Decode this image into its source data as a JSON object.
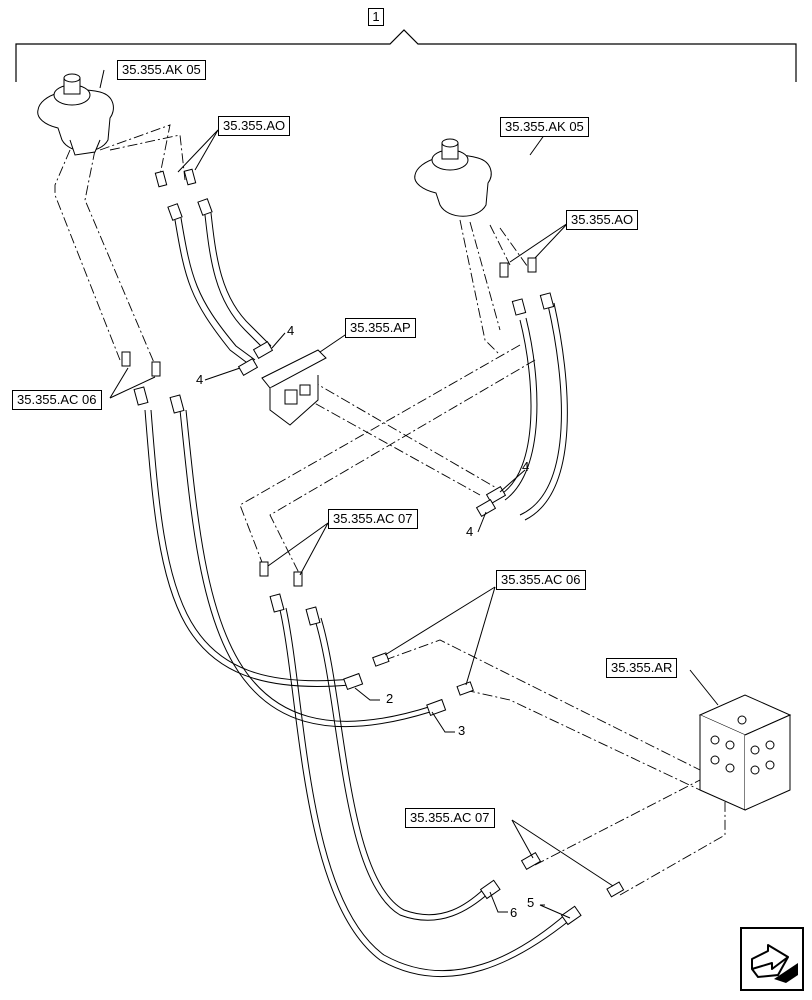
{
  "assembly_item": "1",
  "refs": {
    "ak05_left": "35.355.AK 05",
    "ao_left": "35.355.AO",
    "ak05_right": "35.355.AK 05",
    "ao_right": "35.355.AO",
    "ap": "35.355.AP",
    "ac06_left": "35.355.AC 06",
    "ac07_top": "35.355.AC 07",
    "ac06_mid": "35.355.AC 06",
    "ar": "35.355.AR",
    "ac07_bottom": "35.355.AC 07"
  },
  "callouts": {
    "hose4_upper_a": "4",
    "hose4_upper_b": "4",
    "hose4_right_a": "4",
    "hose4_right_b": "4",
    "hose2": "2",
    "hose3": "3",
    "hose5": "5",
    "hose6": "6"
  },
  "icons": {
    "nav": "next-page-arrow-icon"
  }
}
